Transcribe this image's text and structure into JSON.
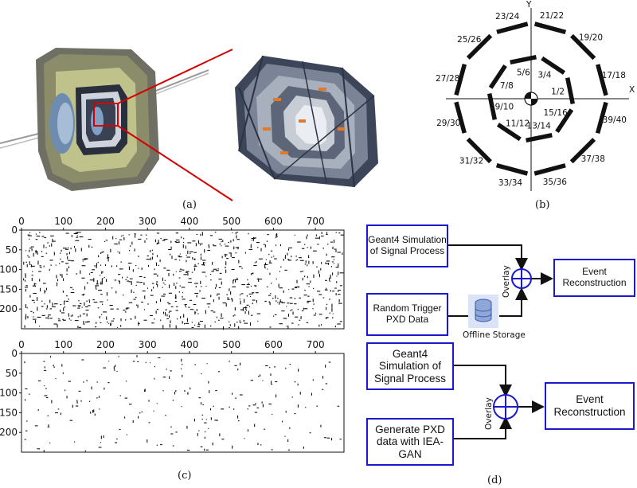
{
  "captions": {
    "a": "(a)",
    "b": "(b)",
    "c": "(c)",
    "d": "(d)"
  },
  "layers": {
    "y_axis": "Y",
    "x_axis": "X",
    "outer_labels": [
      "23/24",
      "21/22",
      "19/20",
      "17/18",
      "39/40",
      "37/38",
      "35/36",
      "33/34",
      "31/32",
      "29/30",
      "27/28",
      "25/26"
    ],
    "inner_labels": [
      "5/6",
      "3/4",
      "1/2",
      "15/16",
      "13/14",
      "11/12",
      "9/10",
      "7/8"
    ]
  },
  "event_plots": {
    "x_ticks": [
      "0",
      "100",
      "200",
      "300",
      "400",
      "500",
      "600",
      "700"
    ],
    "y_ticks": [
      "0",
      "50",
      "100",
      "150",
      "200"
    ]
  },
  "flow_top": {
    "geant4": "Geant4 Simulation of Signal Process",
    "random_trigger": "Random Trigger PXD Data",
    "storage_label": "Offline Storage",
    "overlay": "Overlay",
    "event_reco": "Event Reconstruction"
  },
  "flow_bottom": {
    "geant4": "Geant4 Simulation of Signal Process",
    "generate": "Generate PXD data with IEA-GAN",
    "overlay": "Overlay",
    "event_reco": "Event Reconstruction"
  },
  "colors": {
    "box_border": "#1a1acc",
    "storage": "#8ea6d8",
    "highlight": "#d40000",
    "panel": "#56607a"
  }
}
